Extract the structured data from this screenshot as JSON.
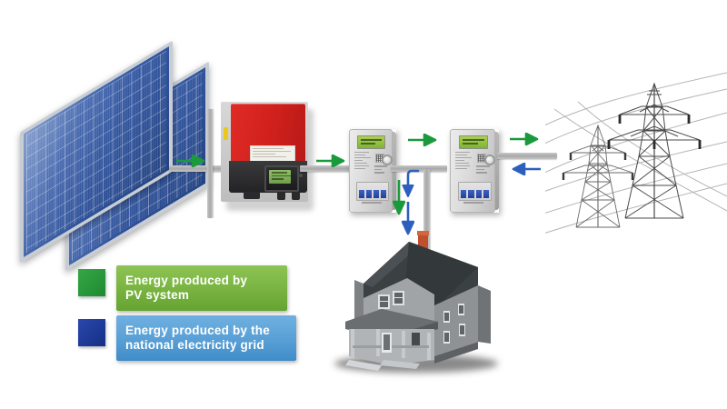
{
  "diagram": {
    "title": "Grid-connected PV system energy flow diagram",
    "background_color": "#ffffff"
  },
  "components": {
    "solar_array": {
      "name": "Photovoltaic solar panels",
      "panel_count": 2,
      "cell_color": "#2d4f96",
      "frame_color": "#c8cdd4"
    },
    "inverter": {
      "name": "Solar inverter",
      "body_color": "#d0201c",
      "base_color": "#232325",
      "display_color": "#6ea04a"
    },
    "production_meter": {
      "name": "Production electricity meter",
      "display_color": "#7db533",
      "terminal_color": "#1f3f9c"
    },
    "grid_meter": {
      "name": "Bi-directional grid electricity meter",
      "display_color": "#7db533",
      "terminal_color": "#1f3f9c"
    },
    "house": {
      "name": "Residential house",
      "wall_color": "#9a9d9f",
      "roof_color": "#3b4043",
      "chimney_color": "#c0502c"
    },
    "grid": {
      "name": "National electricity grid pylons",
      "pylon_count": 2,
      "line_color": "#8a8a8a"
    }
  },
  "flows": {
    "pv_to_inverter": {
      "label": "PV DC output to inverter",
      "direction": "right",
      "color": "#1a9a3c"
    },
    "inverter_to_meter": {
      "label": "Inverter AC output to production meter",
      "direction": "right",
      "color": "#1a9a3c"
    },
    "meter_to_junction": {
      "label": "Produced energy to junction",
      "direction": "right",
      "color": "#1a9a3c"
    },
    "junction_to_house": {
      "label": "PV energy consumed by house",
      "direction": "down",
      "color": "#1a9a3c"
    },
    "grid_to_house": {
      "label": "Grid energy consumed by house",
      "direction": "down",
      "color": "#2d5fbd"
    },
    "grid_meter_in": {
      "label": "Energy drawn from grid",
      "direction": "down",
      "color": "#2d5fbd"
    },
    "export_to_grid": {
      "label": "Surplus energy exported to grid",
      "direction": "right",
      "color": "#1a9a3c"
    },
    "import_from_grid": {
      "label": "Energy imported from grid",
      "direction": "left",
      "color": "#2d5fbd"
    }
  },
  "legend": {
    "items": [
      {
        "swatch_color": "#2e9b3c",
        "box_color": "#79b441",
        "line1": "Energy produced  by",
        "line2": "PV system"
      },
      {
        "swatch_color": "#1f3c9e",
        "box_color": "#5aa0d6",
        "line1": "Energy produced  by the",
        "line2": "national electricity grid"
      }
    ]
  }
}
